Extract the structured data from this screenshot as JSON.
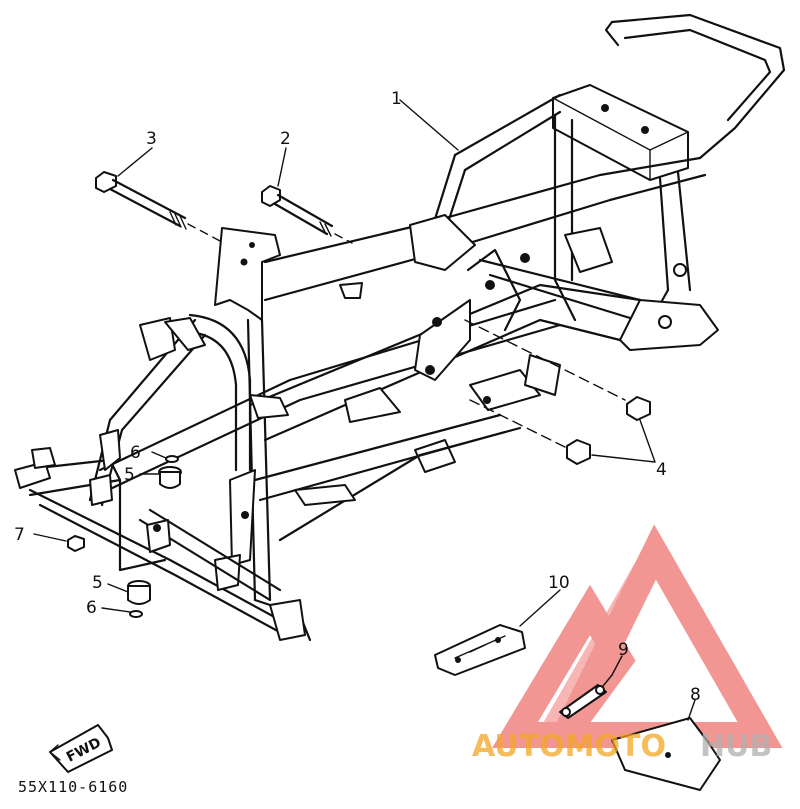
{
  "diagram_code": "55X110-6160",
  "fwd_label": "FWD",
  "callouts": [
    {
      "id": "c1",
      "label": "1"
    },
    {
      "id": "c2",
      "label": "2"
    },
    {
      "id": "c3",
      "label": "3"
    },
    {
      "id": "c4",
      "label": "4"
    },
    {
      "id": "c5a",
      "label": "5"
    },
    {
      "id": "c5b",
      "label": "5"
    },
    {
      "id": "c6a",
      "label": "6"
    },
    {
      "id": "c6b",
      "label": "6"
    },
    {
      "id": "c7",
      "label": "7"
    },
    {
      "id": "c8",
      "label": "8"
    },
    {
      "id": "c9",
      "label": "9"
    },
    {
      "id": "c10",
      "label": "10"
    }
  ],
  "watermark": {
    "part1": "AUTOMOTO",
    "part2": "HUB",
    "color_red": "#e8413c",
    "color_orange": "#f5a623",
    "color_gray": "#b0b0b0"
  }
}
